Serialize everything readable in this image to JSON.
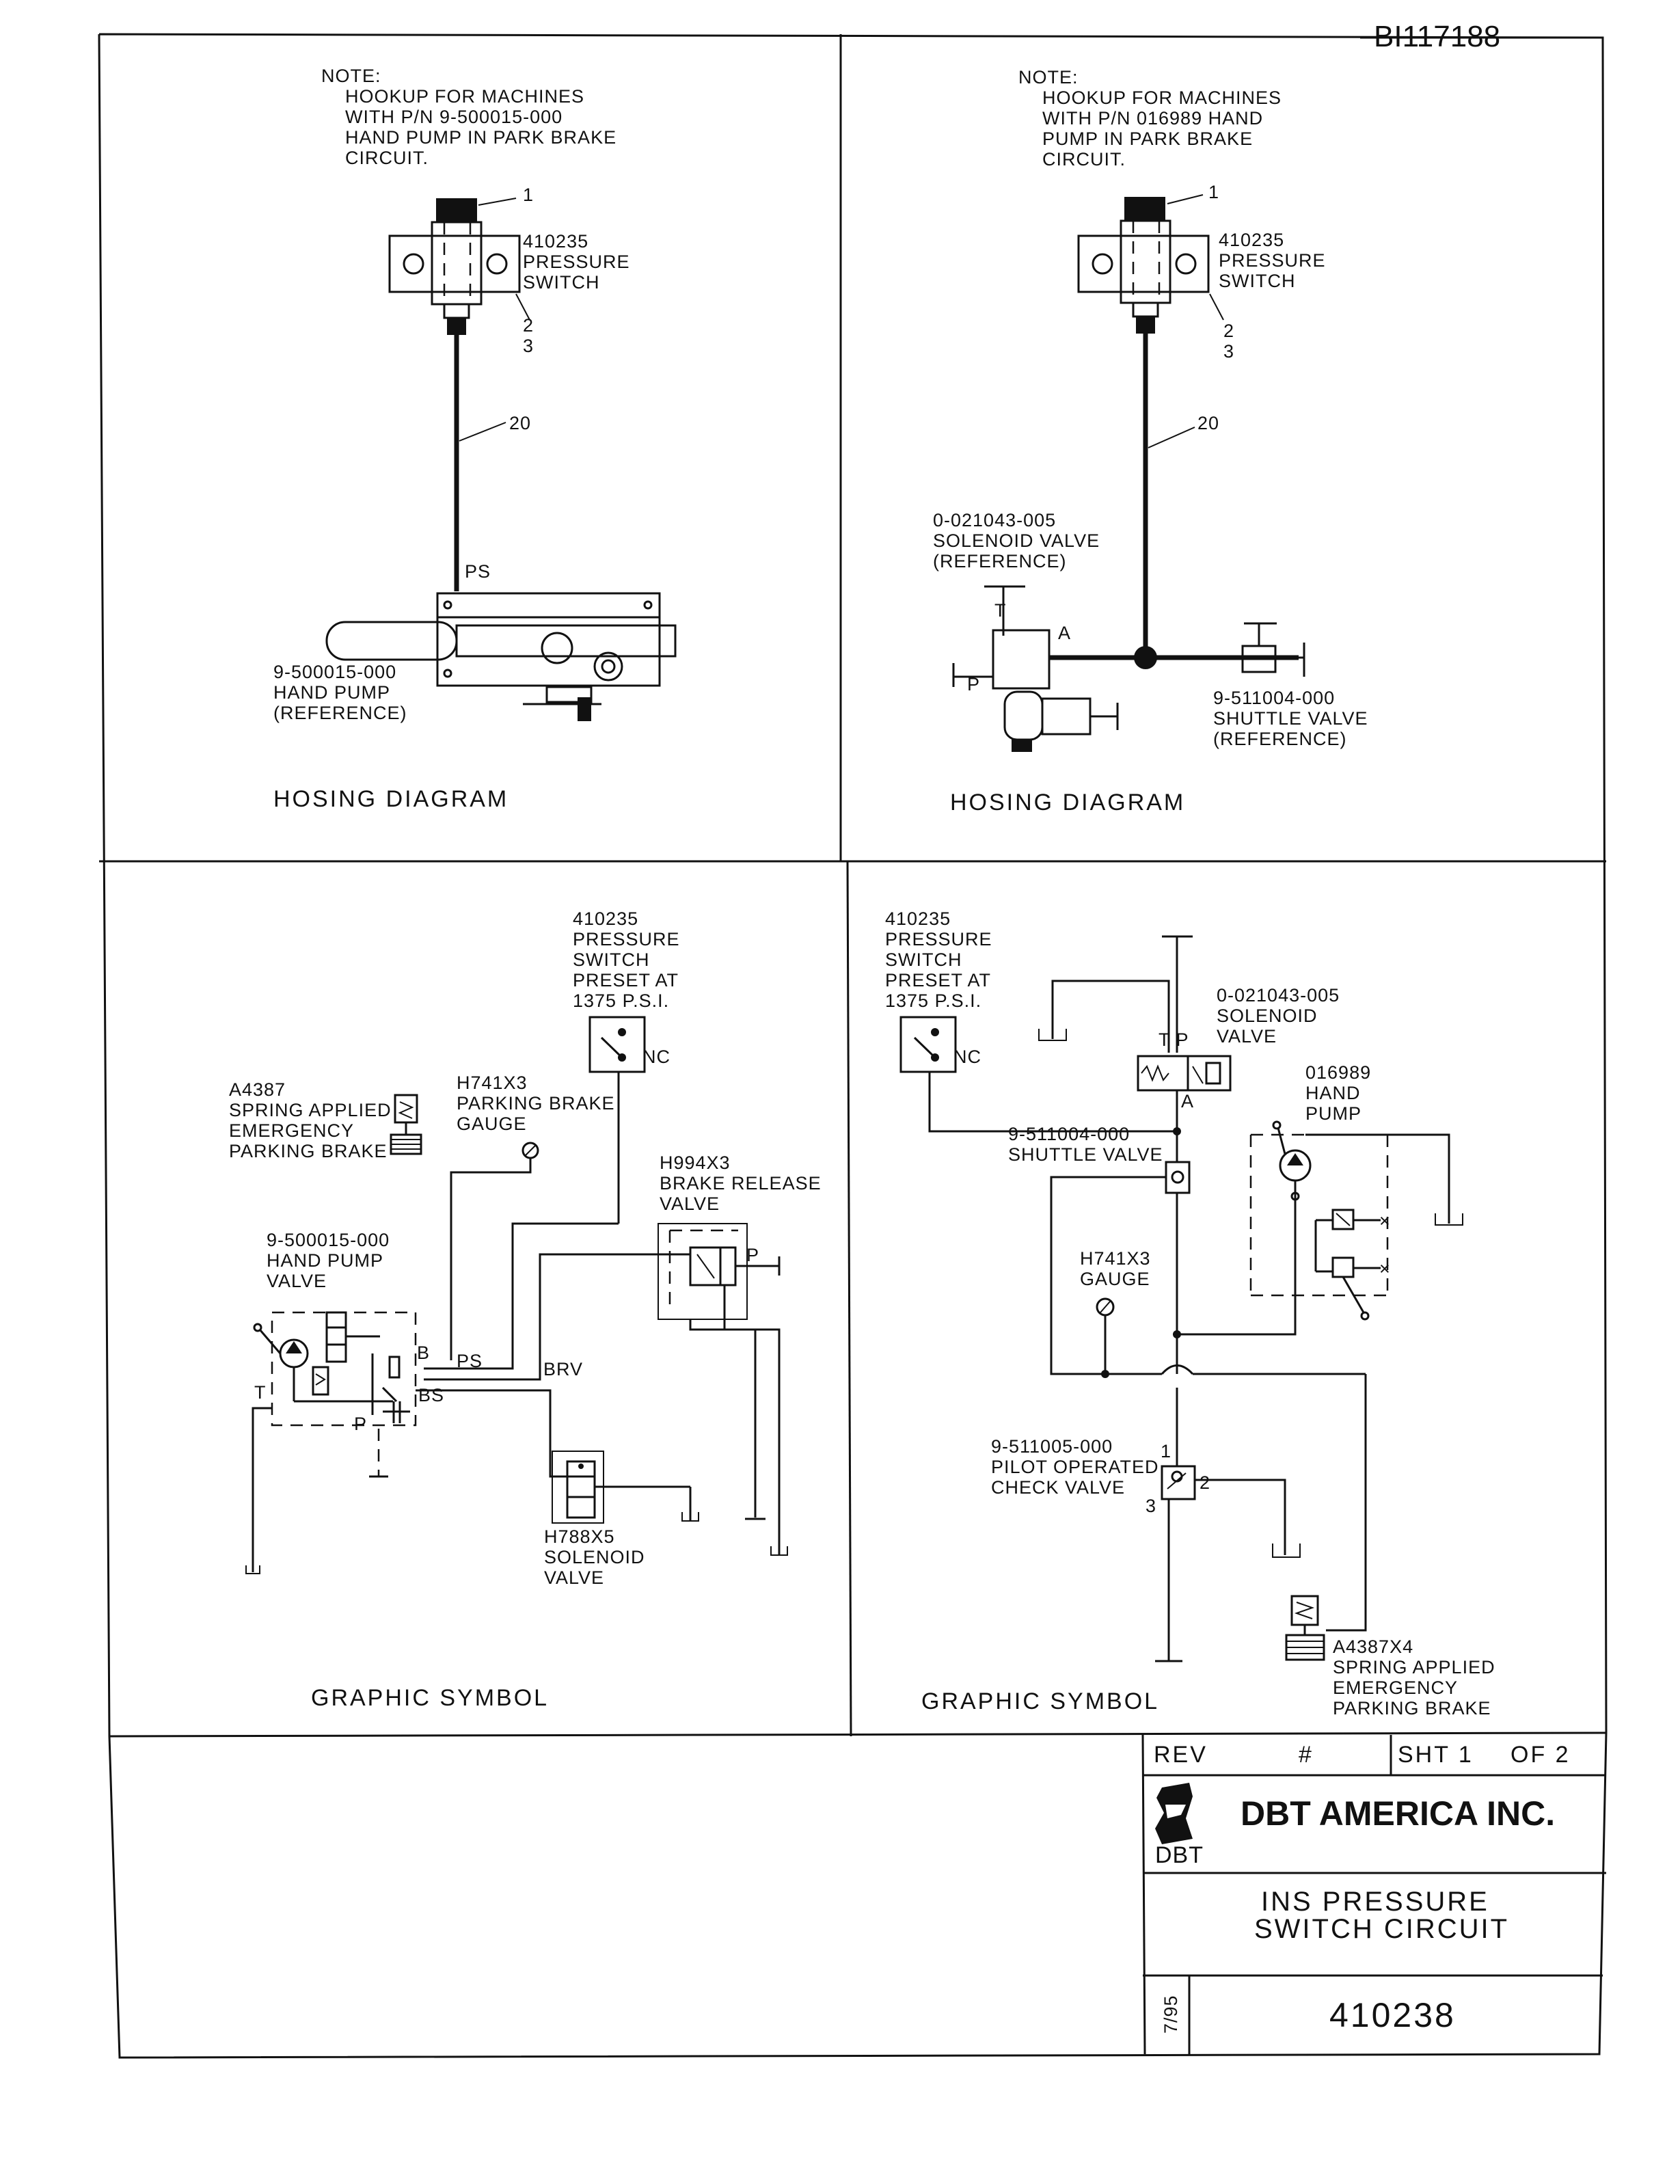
{
  "doc_id": "BI117188",
  "quadrants": {
    "top_left": {
      "note": [
        "NOTE:",
        "HOOKUP FOR MACHINES",
        "WITH P/N 9-500015-000",
        "HAND PUMP IN PARK BRAKE",
        "CIRCUIT."
      ],
      "switch_label": [
        "410235",
        "PRESSURE",
        "SWITCH"
      ],
      "callouts": [
        "1",
        "2",
        "3",
        "20"
      ],
      "port_ps": "PS",
      "pump_label": [
        "9-500015-000",
        "HAND PUMP",
        "(REFERENCE)"
      ],
      "title": "HOSING DIAGRAM"
    },
    "top_right": {
      "note": [
        "NOTE:",
        "HOOKUP FOR MACHINES",
        "WITH P/N 016989 HAND",
        "PUMP IN PARK BRAKE",
        "CIRCUIT."
      ],
      "switch_label": [
        "410235",
        "PRESSURE",
        "SWITCH"
      ],
      "callouts": [
        "1",
        "2",
        "3",
        "20"
      ],
      "solenoid_label": [
        "0-021043-005",
        "SOLENOID VALVE",
        "(REFERENCE)"
      ],
      "ports": [
        "T",
        "A",
        "P"
      ],
      "shuttle_label": [
        "9-511004-000",
        "SHUTTLE VALVE",
        "(REFERENCE)"
      ],
      "title": "HOSING DIAGRAM"
    },
    "bottom_left": {
      "switch_label": [
        "410235",
        "PRESSURE",
        "SWITCH",
        "PRESET AT",
        "1375 P.S.I."
      ],
      "nc": "NC",
      "brake_label": [
        "A4387",
        "SPRING APPLIED",
        "EMERGENCY",
        "PARKING BRAKE"
      ],
      "gauge_label": [
        "H741X3",
        "PARKING BRAKE",
        "GAUGE"
      ],
      "release_label": [
        "H994X3",
        "BRAKE RELEASE",
        "VALVE"
      ],
      "pump_label": [
        "9-500015-000",
        "HAND PUMP",
        "VALVE"
      ],
      "ports": [
        "B",
        "PS",
        "BRV",
        "BS",
        "T",
        "P",
        "P"
      ],
      "solenoid_label": [
        "H788X5",
        "SOLENOID",
        "VALVE"
      ],
      "title": "GRAPHIC SYMBOL"
    },
    "bottom_right": {
      "switch_label": [
        "410235",
        "PRESSURE",
        "SWITCH",
        "PRESET AT",
        "1375 P.S.I."
      ],
      "nc": "NC",
      "solenoid_label": [
        "0-021043-005",
        "SOLENOID",
        "VALVE"
      ],
      "tp": "T P",
      "a": "A",
      "hand_pump_label": [
        "016989",
        "HAND",
        "PUMP"
      ],
      "shuttle_label": [
        "9-511004-000",
        "SHUTTLE VALVE"
      ],
      "gauge_label": [
        "H741X3",
        "GAUGE"
      ],
      "check_label": [
        "9-511005-000",
        "PILOT OPERATED",
        "CHECK VALVE"
      ],
      "ports": [
        "1",
        "2",
        "3"
      ],
      "brake_label": [
        "A4387X4",
        "SPRING APPLIED",
        "EMERGENCY",
        "PARKING BRAKE"
      ],
      "title": "GRAPHIC SYMBOL"
    }
  },
  "title_block": {
    "rev": "REV",
    "hash": "#",
    "sht": "SHT 1",
    "of": "OF 2",
    "company": "DBT AMERICA INC.",
    "logo_text": "DBT",
    "drawing_title": [
      "INS PRESSURE",
      "SWITCH CIRCUIT"
    ],
    "date": "7/95",
    "drawing_number": "410238"
  }
}
